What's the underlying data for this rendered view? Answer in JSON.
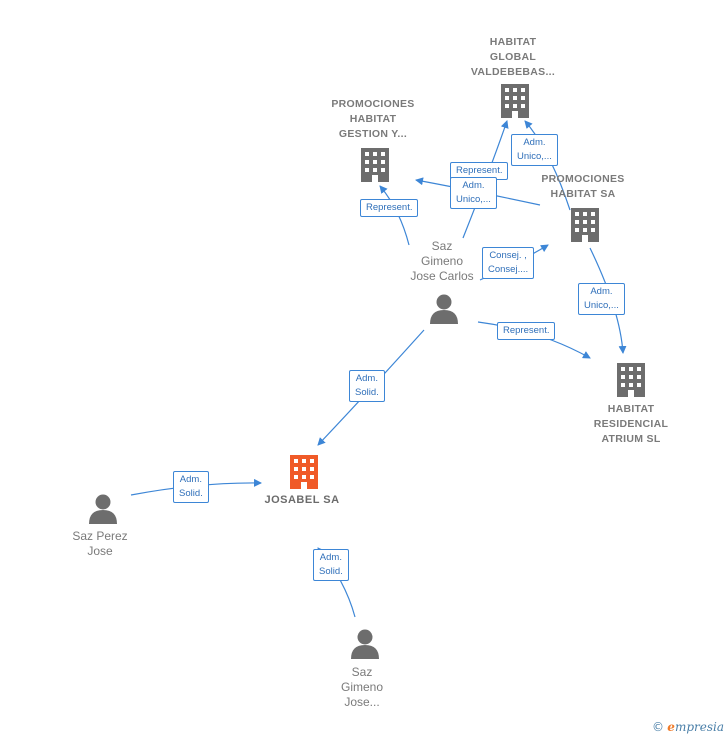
{
  "colors": {
    "edge": "#3d86d6",
    "company_icon": "#6d6d6d",
    "main_company_icon": "#f05a28",
    "person_icon": "#6d6d6d"
  },
  "nodes": {
    "habitat_global": {
      "label": "HABITAT\nGLOBAL\nVALDEBEBAS...",
      "icon": "building-icon"
    },
    "promociones_gestion": {
      "label": "PROMOCIONES\nHABITAT\nGESTION Y...",
      "icon": "building-icon"
    },
    "promociones_habitat": {
      "label": "PROMOCIONES\nHABITAT SA",
      "icon": "building-icon"
    },
    "habitat_residencial": {
      "label": "HABITAT\nRESIDENCIAL\nATRIUM  SL",
      "icon": "building-icon"
    },
    "josabel": {
      "label": "JOSABEL SA",
      "icon": "building-icon"
    },
    "saz_gimeno_carlos": {
      "label": "Saz\nGimeno\nJose Carlos",
      "icon": "person-icon"
    },
    "saz_perez": {
      "label": "Saz Perez\nJose",
      "icon": "person-icon"
    },
    "saz_gimeno_jose": {
      "label": "Saz\nGimeno\nJose...",
      "icon": "person-icon"
    }
  },
  "edges": {
    "represent_gestion": "Represent.",
    "represent_global": "Represent.",
    "adm_unico_carlos_global": "Adm.\nUnico,...",
    "adm_unico_promo_global": "Adm.\nUnico,...",
    "consej": "Consej. ,\nConsej....",
    "adm_unico_promo_residencial": "Adm.\nUnico,...",
    "represent_residencial": "Represent.",
    "adm_solid_carlos": "Adm.\nSolid.",
    "adm_solid_perez": "Adm.\nSolid.",
    "adm_solid_jose": "Adm.\nSolid."
  },
  "footer": {
    "copyright": "©",
    "brand_initial": "e",
    "brand_rest": "mpresia"
  }
}
